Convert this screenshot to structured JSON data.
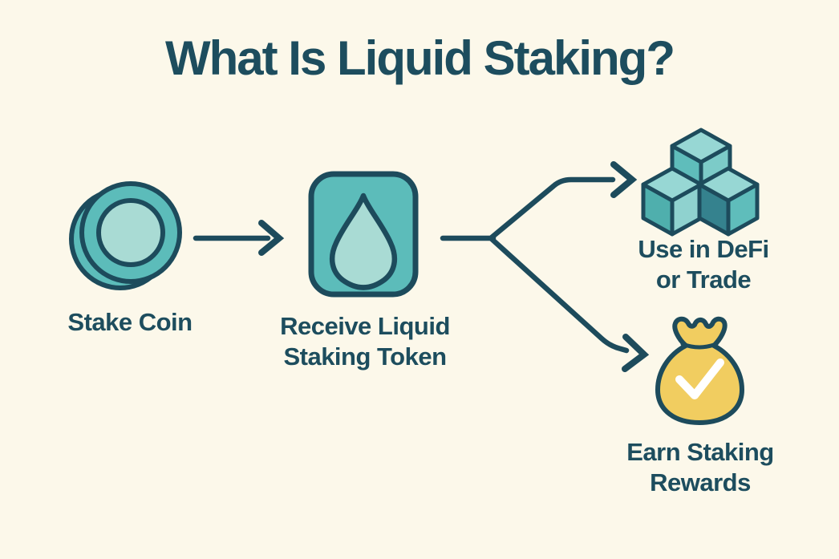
{
  "title": "What Is Liquid Staking?",
  "colors": {
    "background": "#FCF8EA",
    "text": "#1D4D5E",
    "outline": "#1D4B5C",
    "teal_medium": "#5CBCBA",
    "teal_light": "#A9DBD4",
    "cube_top": "#97D7D4",
    "cube_face_light": "#7CCBC8",
    "cube_face_dark": "#35828E",
    "gold": "#F1CD60",
    "checkmark": "#FFFFFF"
  },
  "steps": [
    {
      "id": "stake-coin",
      "icon": "coin-icon",
      "label": "Stake Coin",
      "lines": [
        "Stake Coin"
      ]
    },
    {
      "id": "receive-token",
      "icon": "droplet-token-icon",
      "label": "Receive Liquid Staking Token",
      "lines": [
        "Receive Liquid",
        "Staking Token"
      ]
    },
    {
      "id": "use-defi",
      "icon": "cubes-icon",
      "label": "Use in DeFi or Trade",
      "lines": [
        "Use in DeFi",
        "or Trade"
      ]
    },
    {
      "id": "earn-rewards",
      "icon": "money-bag-icon",
      "label": "Earn Staking Rewards",
      "lines": [
        "Earn Staking",
        "Rewards"
      ]
    }
  ],
  "connections": [
    {
      "from": "stake-coin",
      "to": "receive-token",
      "style": "straight-arrow"
    },
    {
      "from": "receive-token",
      "to": "use-defi",
      "style": "branch-up-arrow"
    },
    {
      "from": "receive-token",
      "to": "earn-rewards",
      "style": "branch-down-arrow"
    }
  ]
}
